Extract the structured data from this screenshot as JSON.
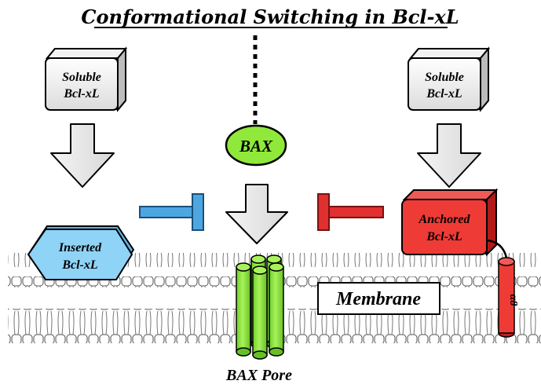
{
  "title": "Conformational Switching in Bcl-xL",
  "soluble_left": {
    "line1": "Soluble",
    "line2": "Bcl-xL"
  },
  "soluble_right": {
    "line1": "Soluble",
    "line2": "Bcl-xL"
  },
  "inserted": {
    "line1": "Inserted",
    "line2": "Bcl-xL"
  },
  "anchored": {
    "line1": "Anchored",
    "line2": "Bcl-xL"
  },
  "bax": "BAX",
  "helix": "α8",
  "membrane": "Membrane",
  "pore": "BAX Pore",
  "colors": {
    "soluble": "#eeeeee",
    "inserted": "#8fd3f7",
    "anchored": "#ef3b36",
    "bax": "#8fe83a",
    "inhibit_left": "#4da6e0",
    "inhibit_right": "#e03030"
  }
}
